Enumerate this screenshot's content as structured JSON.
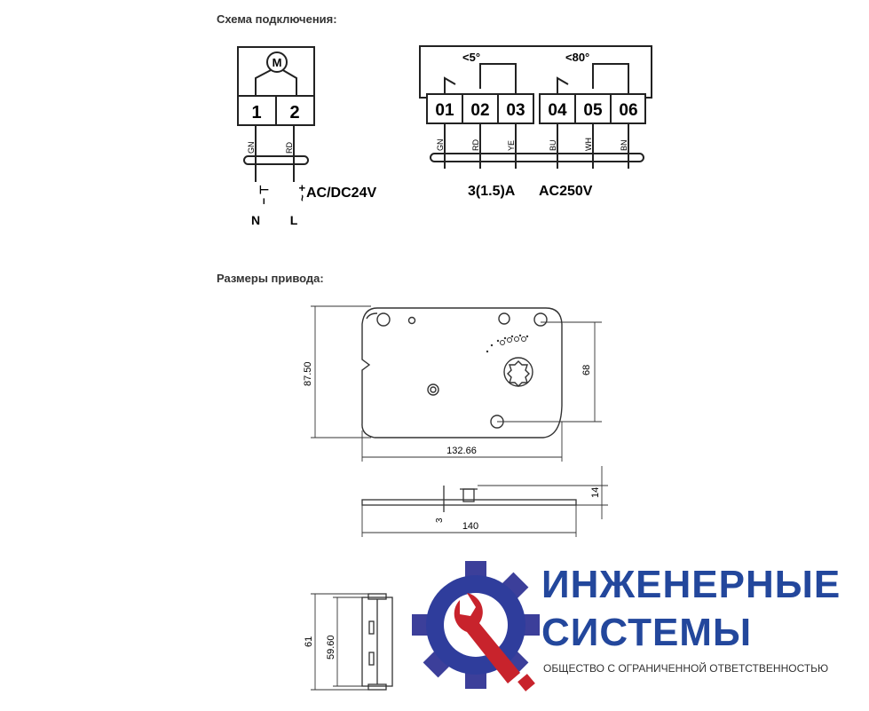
{
  "sections": {
    "wiring_title": "Схема подключения:",
    "dimensions_title": "Размеры привода:"
  },
  "wiring": {
    "motor_symbol": "M",
    "power_terminals": [
      "1",
      "2"
    ],
    "power_wires": [
      "GN",
      "RD"
    ],
    "power_polarity": [
      "⊥ −",
      "+ ~"
    ],
    "power_voltage": "AC/DC24V",
    "power_letters": [
      "N",
      "L"
    ],
    "switch_angles": [
      "<5°",
      "<80°"
    ],
    "switch_terminals": [
      "01",
      "02",
      "03",
      "04",
      "05",
      "06"
    ],
    "switch_wires": [
      "GN",
      "RD",
      "YE",
      "BU",
      "WH",
      "BN"
    ],
    "switch_current": "3(1.5)A",
    "switch_voltage": "AC250V"
  },
  "dimensions": {
    "height": "87.50",
    "width": "132.66",
    "hole_spacing": "68",
    "length": "140",
    "thickness": "14",
    "base": "3",
    "side_total": "61",
    "side_inner": "59.60"
  },
  "logo": {
    "line1": "ИНЖЕНЕРНЫЕ",
    "line2": "СИСТЕМЫ",
    "subtitle": "ОБЩЕСТВО С ОГРАНИЧЕННОЙ ОТВЕТСТВЕННОСТЬЮ",
    "colors": {
      "blue": "#23479c",
      "red": "#c8232c",
      "purple": "#6a3fa0"
    }
  }
}
